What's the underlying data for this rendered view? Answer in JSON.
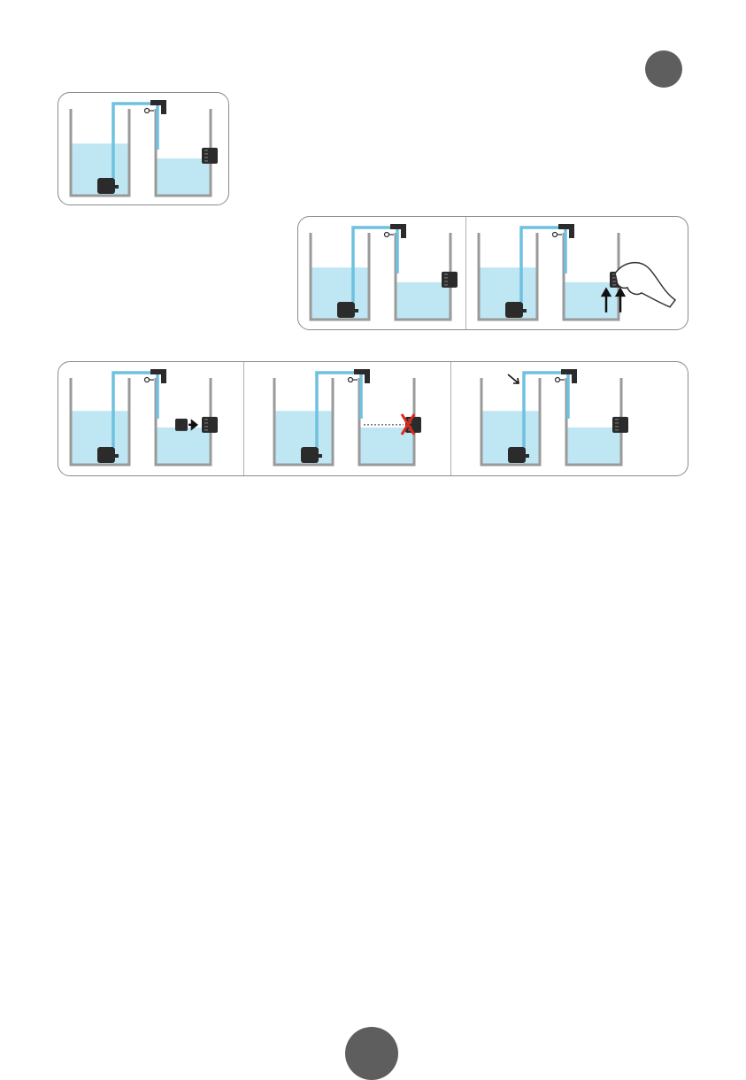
{
  "colors": {
    "water": "#bfe6f3",
    "pipe": "#6ec1df",
    "tank_wall": "#9a9a9a",
    "device": "#2b2b2b",
    "arrow": "#111111",
    "cross": "#e0281c",
    "frame": "#8a8a8a",
    "page_dot": "#5e5e5e"
  },
  "icons": {
    "corner_dot": "page-marker-dot",
    "pump": "submersible-pump-icon",
    "clip": "pipe-clip-icon",
    "sensor": "level-sensor-icon",
    "hand": "hand-icon",
    "push_arrow": "arrow-up-icon",
    "insert_arrow": "arrow-right-icon",
    "forbidden_mark": "cross-icon",
    "pointer_arrow": "arrow-pointer-icon"
  },
  "steps": [
    {
      "id": "1",
      "variant": "base",
      "left_level": 0.6,
      "right_level": 0.43
    },
    {
      "id": "2a",
      "variant": "base",
      "left_level": 0.6,
      "right_level": 0.43
    },
    {
      "id": "2b",
      "variant": "hand",
      "left_level": 0.6,
      "right_level": 0.43
    },
    {
      "id": "3a",
      "variant": "insert",
      "left_level": 0.62,
      "right_level": 0.43
    },
    {
      "id": "3b",
      "variant": "forbidden",
      "left_level": 0.62,
      "right_level": 0.43
    },
    {
      "id": "3c",
      "variant": "pointer",
      "left_level": 0.62,
      "right_level": 0.43
    }
  ]
}
